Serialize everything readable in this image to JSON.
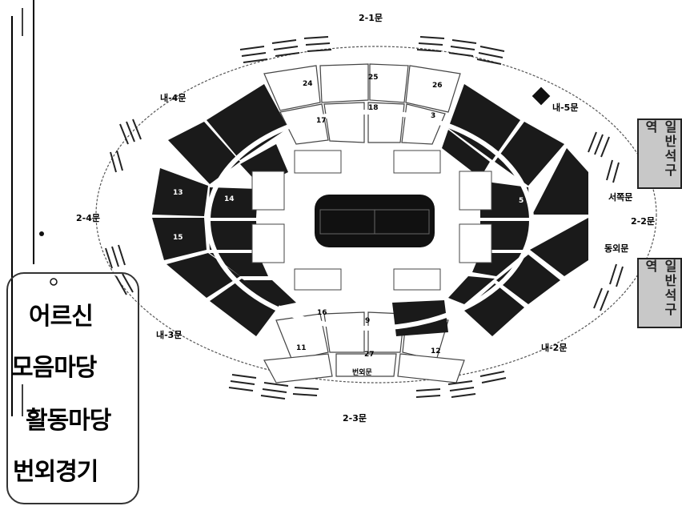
{
  "map": {
    "gates": {
      "g21": "2-1문",
      "g22": "2-2문",
      "g23": "2-3문",
      "g24": "2-4문",
      "in2": "내-2문",
      "in3": "내-3문",
      "in4": "내-4문",
      "in5": "내-5문",
      "seo": "서쪽문",
      "dong": "동외문",
      "beon": "번외문"
    },
    "sections": {
      "s24": "24",
      "s25": "25",
      "s26": "26",
      "s27": "27",
      "s17": "17",
      "s18": "18",
      "s3": "3",
      "s16": "16",
      "s9": "9",
      "s11": "11",
      "s12": "12",
      "s13": "13",
      "s14": "14",
      "s5": "5",
      "s15": "15"
    },
    "side_right_top": "일반석구역",
    "side_right_bottom": "일반석구역"
  },
  "panel": {
    "line1": "어르신",
    "line2": "모음마당",
    "line3": "활동마당",
    "line4": "번외경기"
  },
  "colors": {
    "dark_block": "#1a1a1a",
    "light_block": "#ffffff",
    "field": "#111111"
  }
}
